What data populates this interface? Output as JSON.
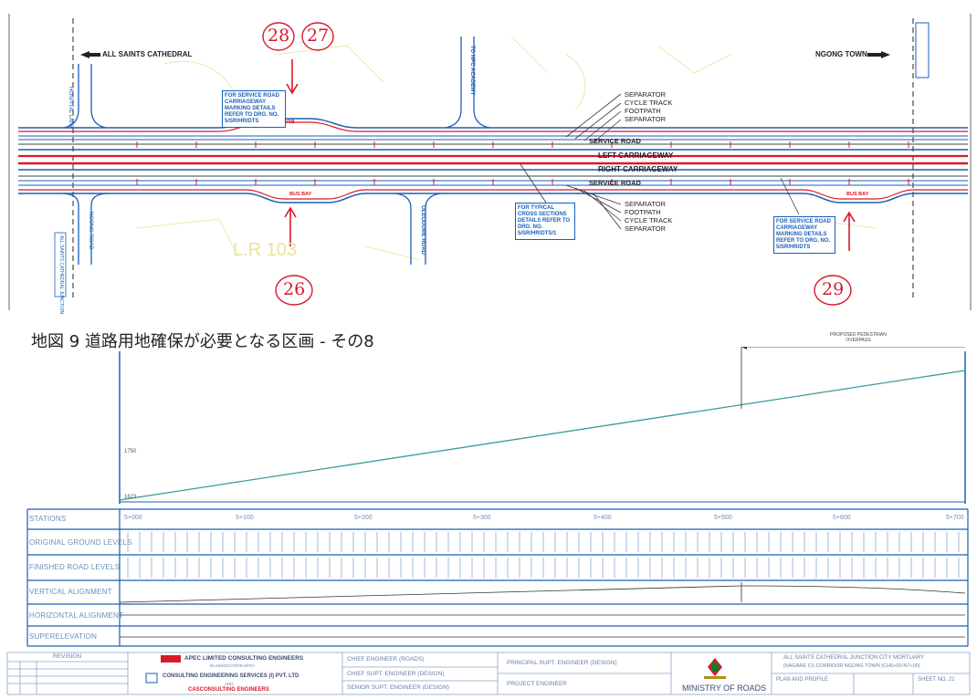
{
  "plan": {
    "left_destination": "ALL SAINTS CATHEDRAL",
    "right_destination": "NGONG TOWN",
    "side_roads": {
      "top_left": "HOSPITAL LANE",
      "top_middle": "TO NPC ACADEMY",
      "bottom_left": "NGONG ROAD",
      "bottom_middle": "OLEODUME ROAD",
      "bottom_left_extra": "ALL SAINTS CATHEDRAL JUNCTION"
    },
    "lane_labels": [
      "SEPARATOR",
      "CYCLE TRACK",
      "FOOTPATH",
      "SEPARATOR",
      "SERVICE ROAD",
      "LEFT CARRIAGEWAY",
      "RIGHT CARRIAGEWAY",
      "SERVICE ROAD",
      "SEPARATOR",
      "FOOTPATH",
      "CYCLE TRACK",
      "SEPARATOR"
    ],
    "bus_bay_label": "BUS BAY",
    "notes": {
      "note1": "FOR SERVICE ROAD CARRIAGEWAY MARKING DETAILS REFER TO DRG. NO. 5/SR/HR/DTS",
      "note2": "FOR TYPICAL CROSS SECTIONS DETAILS REFER TO DRG. NO. 5/SR/HR/DTS/1",
      "note3": "FOR SERVICE ROAD CARRIAGEWAY MARKING DETAILS REFER TO DRG. NO. 5/SR/HR/DTS"
    },
    "parcel_text": "L.R 103",
    "handwritten": [
      "28",
      "27",
      "26",
      "29"
    ]
  },
  "caption": "地図 9 道路用地確保が必要となる区画 - その8",
  "profile": {
    "annotation": "PROPOSED PEDESTRIAN OVERPASS",
    "rows": [
      "STATIONS",
      "ORIGINAL GROUND LEVELS",
      "FINISHED ROAD LEVELS",
      "VERTICAL ALIGNMENT",
      "HORIZONTAL ALIGNMENT",
      "SUPERELEVATION"
    ],
    "stations": [
      "5+000",
      "5+100",
      "5+200",
      "5+300",
      "5+400",
      "5+500",
      "5+600",
      "5+700"
    ],
    "datum": "1623",
    "level_label": "1750"
  },
  "title_block": {
    "revision": "REVISION",
    "consultant_1": "APEC LIMITED CONSULTING ENGINEERS",
    "consultant_sub": "IN ASSOCIATION WITH",
    "consultant_2": "CONSULTING ENGINEERING SERVICES (I) PVT. LTD",
    "consultant_and": "AND",
    "consultant_3": "CASCONSULTING ENGINEERS",
    "signoff": [
      "CHIEF ENGINEER (ROADS)",
      "CHIEF SUPT. ENGINEER (DESIGN)",
      "SENIOR SUPT. ENGINEER (DESIGN)"
    ],
    "signoff_2": [
      "PRINCIPAL SUPT. ENGINEER (DESIGN)",
      "PROJECT ENGINEER"
    ],
    "ministry": "MINISTRY OF ROADS",
    "project_title": "ALL SAINTS CATHEDRAL JUNCTION CITY MORTUARY",
    "project_title_2": "(NAGARE CI) CORRIDOR NGONG TOWN (CH5+00-N7+00)",
    "sheet": "PLAN AND PROFILE",
    "sheet_no": "SHEET NO. 21"
  }
}
